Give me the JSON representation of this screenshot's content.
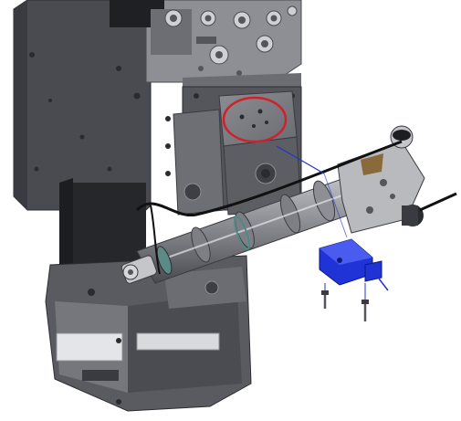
{
  "image": {
    "background": "#ffffff",
    "colors": {
      "body_dark": "#3d3e44",
      "body_mid": "#55565c",
      "body_light": "#6e6f76",
      "steel": "#a7a8ad",
      "steel_light": "#d6d7da",
      "cylinder": "#8f9096",
      "highlight_circle": "#d0202a",
      "bracket_blue": "#1d2fc9",
      "guide_line_blue": "#2233cc",
      "cable": "#111111"
    },
    "parts": [
      "main-block",
      "upper-valve-block",
      "mounting-plate",
      "pneumatic-cylinder",
      "rod-end-clevis",
      "cylinder-head",
      "blue-bracket",
      "mounting-screws",
      "sensor-cable",
      "lower-housing"
    ]
  }
}
